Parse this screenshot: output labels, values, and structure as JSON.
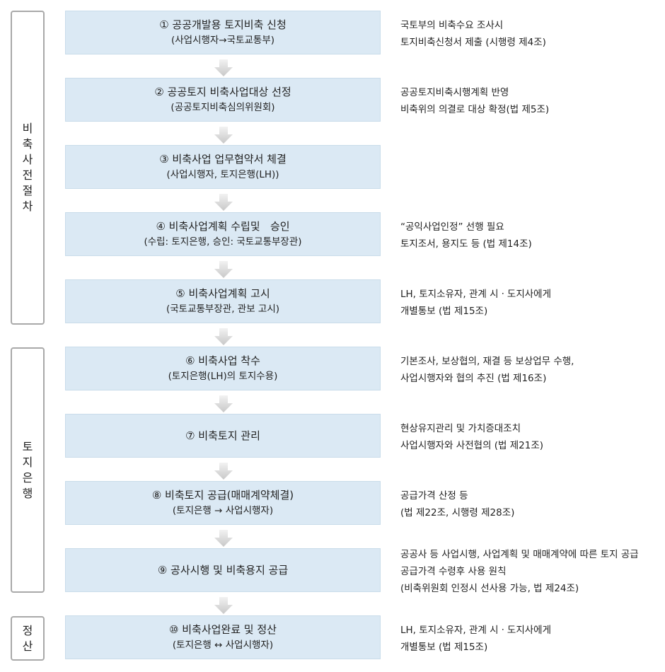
{
  "phases": [
    {
      "label": "비\n축\n사\n전\n절\n차"
    },
    {
      "label": "토\n지\n은\n행"
    },
    {
      "label": "정\n산"
    }
  ],
  "steps": [
    {
      "title": "① 공공개발용 토지비축 신청",
      "sub": "(사업시행자→국토교통부)",
      "notes": [
        "국토부의 비축수요 조사시",
        "토지비축신청서 제출 (시행령 제4조)"
      ]
    },
    {
      "title": "② 공공토지 비축사업대상 선정",
      "sub": "(공공토지비축심의위원회)",
      "notes": [
        "공공토지비축시행계획 반영",
        "비축위의 의결로 대상 확정(법 제5조)"
      ]
    },
    {
      "title": "③ 비축사업 업무협약서 체결",
      "sub": "(사업시행자, 토지은행(LH))",
      "notes": []
    },
    {
      "title": "④ 비축사업계획 수립및   승인",
      "sub": "(수립: 토지은행, 승인: 국토교통부장관)",
      "notes": [
        "“공익사업인정” 선행 필요",
        "토지조서, 용지도 등 (법 제14조)"
      ]
    },
    {
      "title": "⑤ 비축사업계획 고시",
      "sub": "(국토교통부장관, 관보 고시)",
      "notes": [
        "LH, 토지소유자, 관계 시ㆍ도지사에게",
        "개별통보 (법 제15조)"
      ]
    },
    {
      "title": "⑥ 비축사업 착수",
      "sub": "(토지은행(LH)의 토지수용)",
      "notes": [
        "기본조사, 보상협의, 재결 등 보상업무 수행,",
        "사업시행자와 협의 추진 (법 제16조)"
      ]
    },
    {
      "title": "⑦ 비축토지 관리",
      "sub": "",
      "notes": [
        "현상유지관리 및 가치증대조치",
        "사업시행자와 사전협의 (법 제21조)"
      ]
    },
    {
      "title": "⑧ 비축토지 공급(매매계약체결)",
      "sub": "(토지은행 → 사업시행자)",
      "notes": [
        "공급가격 산정 등",
        "(법 제22조, 시행령 제28조)"
      ]
    },
    {
      "title": "⑨ 공사시행 및 비축용지 공급",
      "sub": "",
      "notes": [
        "공공사 등 사업시행, 사업계획 및 매매계약에 따른 토지 공급",
        "공급가격 수령후 사용 원칙",
        "(비축위원회 인정시 선사용 가능, 법 제24조)"
      ]
    },
    {
      "title": "⑩ 비축사업완료 및 정산",
      "sub": "(토지은행 ↔ 사업시행자)",
      "notes": [
        "LH, 토지소유자, 관계 시ㆍ도지사에게",
        "개별통보 (법 제15조)"
      ]
    }
  ]
}
